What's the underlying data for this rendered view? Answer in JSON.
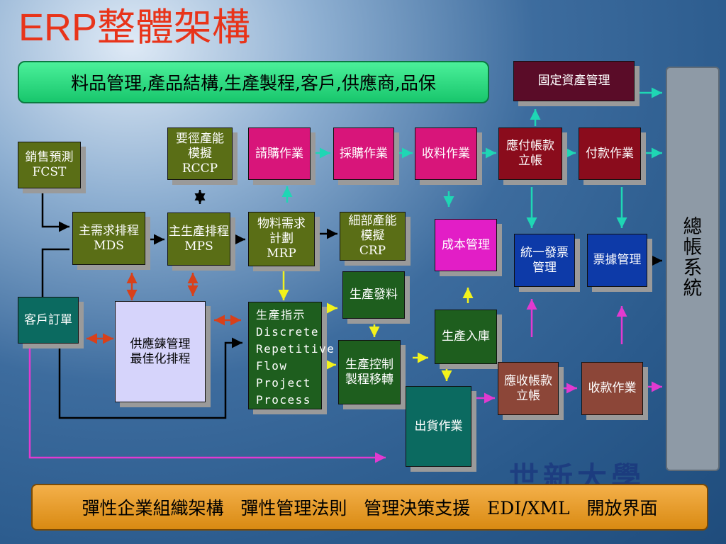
{
  "title": "ERP整體架構",
  "top_banner": "料品管理,產品結構,生產製程,客戶,供應商,品保",
  "bottom_banner": "彈性企業組織架構   彈性管理法則   管理決策支援   EDI/XML   開放界面",
  "ledger_label": "總\n帳\n系\n統",
  "nodes": {
    "sales_forecast": "銷售預測\nFCST",
    "rccp": "要徑產能\n模擬\nRCCP",
    "purchase_request": "請購作業",
    "purchasing": "採購作業",
    "receiving": "收料作業",
    "ap": "應付帳款\n立帳",
    "payment": "付款作業",
    "fixed_assets": "固定資產管理",
    "mds": "主需求排程\nMDS",
    "mps": "主生產排程\nMPS",
    "mrp": "物料需求\n計劃\nMRP",
    "crp": "細部產能\n模擬\nCRP",
    "cost": "成本管理",
    "invoice": "統一發票\n管理",
    "notes": "票據管理",
    "customer_order": "客戶訂單",
    "scm": "供應鍊管理\n最佳化排程",
    "production_order": "生產指示\nDiscrete\nRepetitive\nFlow\nProject\nProcess",
    "material_issue": "生產發料",
    "shop_floor": "生產控制\n製程移轉",
    "production_in": "生產入庫",
    "shipping": "出貨作業",
    "ar": "應收帳款\n立帳",
    "collection": "收款作業"
  },
  "watermark": "世新大學",
  "colors": {
    "title": "#e8341a",
    "olive": "#5a6e16",
    "dark_green": "#1e5e1e",
    "magenta": "#d8157a",
    "maroon": "#8a0c1c",
    "wine": "#5a0c28",
    "pink": "#e21ec6",
    "blue": "#0d3aa8",
    "teal": "#0b6a60",
    "brown": "#8c4638",
    "lavender": "#d6d4fb",
    "arrow_teal": "#1fd6b4",
    "arrow_yellow": "#f2f21c",
    "arrow_red": "#d8401a",
    "arrow_magenta": "#e23ad0"
  }
}
